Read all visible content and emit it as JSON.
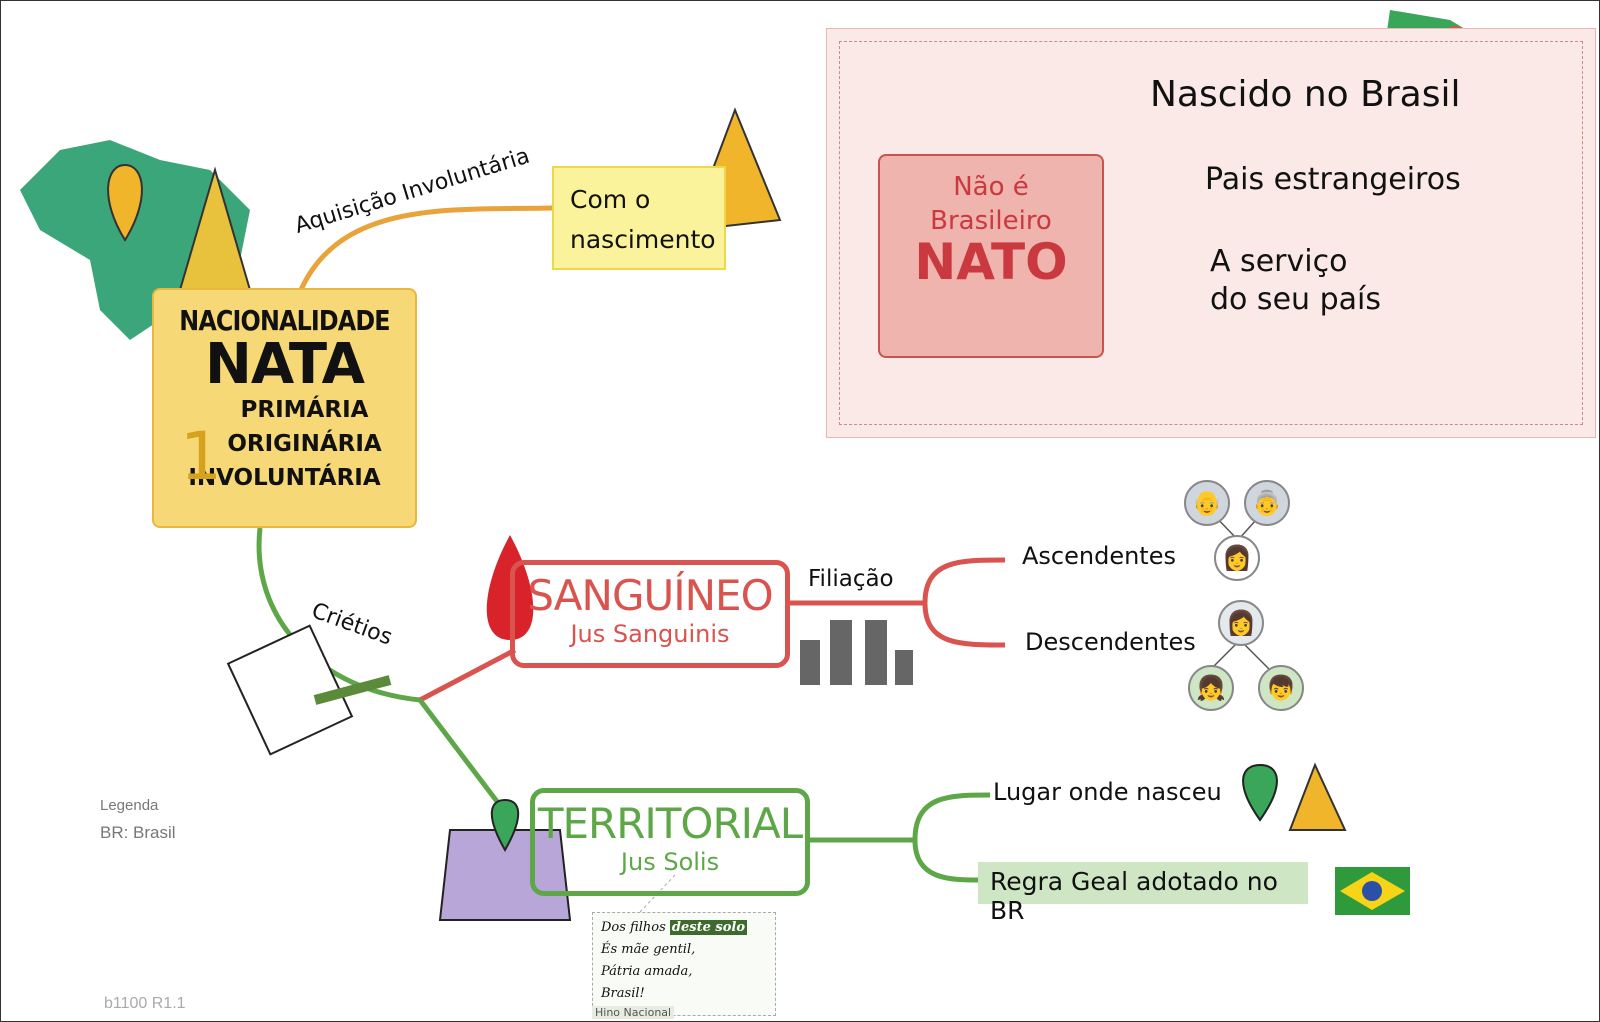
{
  "main": {
    "line1": "NACIONALIDADE",
    "line2": "NATA",
    "number": "1",
    "line3": "PRIMÁRIA",
    "line4": "ORIGINÁRIA",
    "line5": "INVOLUNTÁRIA"
  },
  "acquisition": {
    "branch_label": "Aquisição Involuntária",
    "box_line1": "Com o",
    "box_line2": "nascimento"
  },
  "exception": {
    "box_line1": "Não é",
    "box_line2": "Brasileiro",
    "box_line3": "NATO",
    "root": "Nascido no Brasil",
    "items": [
      "Pais estrangeiros",
      "A serviço",
      "do seu país"
    ]
  },
  "criteria": {
    "label": "Criétios"
  },
  "sanguineo": {
    "title": "SANGUÍNEO",
    "subtitle": "Jus Sanguinis",
    "branch_label": "Filiação",
    "items": [
      "Ascendentes",
      "Descendentes"
    ]
  },
  "territorial": {
    "title": "TERRITORIAL",
    "subtitle": "Jus Solis",
    "items": [
      "Lugar onde nasceu",
      "Regra Geal adotado no BR"
    ]
  },
  "anthem": {
    "lines": [
      "Dos filhos",
      "deste solo",
      "És mãe gentil,",
      "Pátria amada,",
      "Brasil!"
    ],
    "caption": "Hino Nacional"
  },
  "legend": {
    "title": "Legenda",
    "entry": "BR: Brasil"
  },
  "version": "b1100 R1.1",
  "colors": {
    "red": "#d9534f",
    "green": "#5ea748",
    "orange": "#e8a33a",
    "yellow": "#f7d877"
  }
}
